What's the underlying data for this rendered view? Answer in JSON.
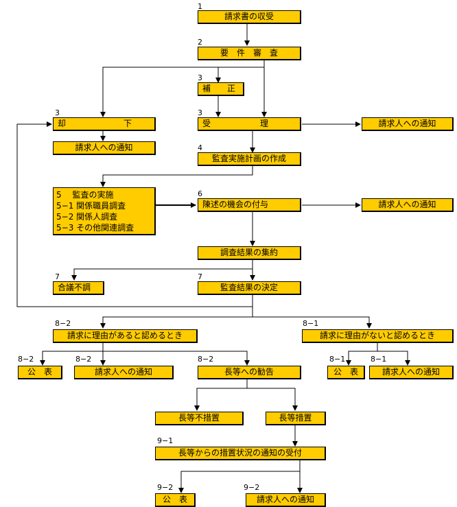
{
  "steps": {
    "receipt": {
      "num": "1",
      "label": "請求書の収受"
    },
    "review": {
      "num": "2",
      "label": "要　件　審　査"
    },
    "correction": {
      "num": "3",
      "label": "補　　正"
    },
    "dismissal": {
      "num": "3",
      "label": "却　　　　　　　下"
    },
    "acceptance": {
      "num": "3",
      "label": "受　　　　　　理"
    },
    "notify_dismissal": {
      "label": "請求人への通知"
    },
    "notify_accept": {
      "label": "請求人への通知"
    },
    "audit_plan": {
      "num": "4",
      "label": "監査実施計画の作成"
    },
    "audit_exec": {
      "lines": [
        "5　 監査の実施",
        "5−1 関係職員調査",
        "5−2 関係人調査",
        "5−3 その他関連調査"
      ]
    },
    "statement": {
      "num": "6",
      "label": "陳述の機会の付与"
    },
    "notify_statement": {
      "label": "請求人への通知"
    },
    "summary": {
      "label": "調査結果の集約"
    },
    "no_consensus": {
      "num": "7",
      "label": "合議不調"
    },
    "decision": {
      "num": "7",
      "label": "監査結果の決定"
    },
    "justified": {
      "num": "8−2",
      "label": "請求に理由があると認めるとき"
    },
    "unjustified": {
      "num": "8−1",
      "label": "請求に理由がないと認めるとき"
    },
    "publish_82": {
      "num": "8−2",
      "label": "公　表"
    },
    "notify_82": {
      "num": "8−2",
      "label": "請求人への通知"
    },
    "recommend": {
      "num": "8−2",
      "label": "長等への勧告"
    },
    "publish_81": {
      "num": "8−1",
      "label": "公　表"
    },
    "notify_81": {
      "num": "8−1",
      "label": "請求人への通知"
    },
    "no_measure": {
      "label": "長等不措置"
    },
    "measure": {
      "label": "長等措置"
    },
    "measure_receipt": {
      "num": "9−1",
      "label": "長等からの措置状況の通知の受付"
    },
    "publish_92": {
      "num": "9−2",
      "label": "公　表"
    },
    "notify_92": {
      "num": "9−2",
      "label": "請求人への通知"
    }
  }
}
